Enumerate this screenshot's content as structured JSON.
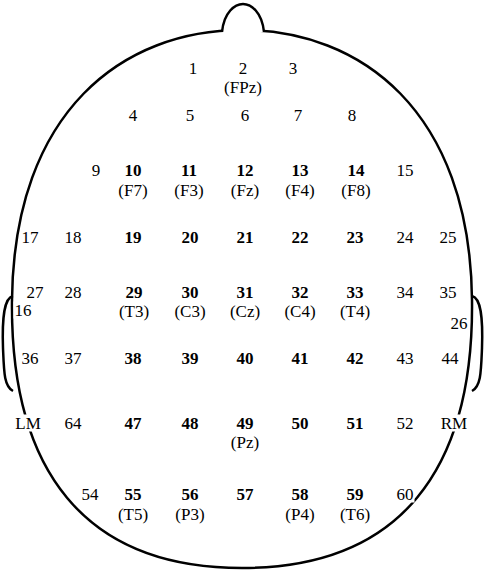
{
  "diagram": {
    "labels": [
      "1",
      "2",
      "3",
      "(FPz)",
      "4",
      "5",
      "6",
      "7",
      "8",
      "9",
      "10",
      "11",
      "12",
      "13",
      "14",
      "15",
      "(F7)",
      "(F3)",
      "(Fz)",
      "(F4)",
      "(F8)",
      "17",
      "18",
      "19",
      "20",
      "21",
      "22",
      "23",
      "24",
      "25",
      "27",
      "28",
      "29",
      "30",
      "31",
      "32",
      "33",
      "34",
      "35",
      "16",
      "(T3)",
      "(C3)",
      "(Cz)",
      "(C4)",
      "(T4)",
      "26",
      "36",
      "37",
      "38",
      "39",
      "40",
      "41",
      "42",
      "43",
      "44",
      "LM",
      "64",
      "47",
      "48",
      "49",
      "50",
      "51",
      "52",
      "RM",
      "(Pz)",
      "54",
      "55",
      "56",
      "57",
      "58",
      "59",
      "60",
      "(T5)",
      "(P3)",
      "(P4)",
      "(T6)"
    ]
  }
}
